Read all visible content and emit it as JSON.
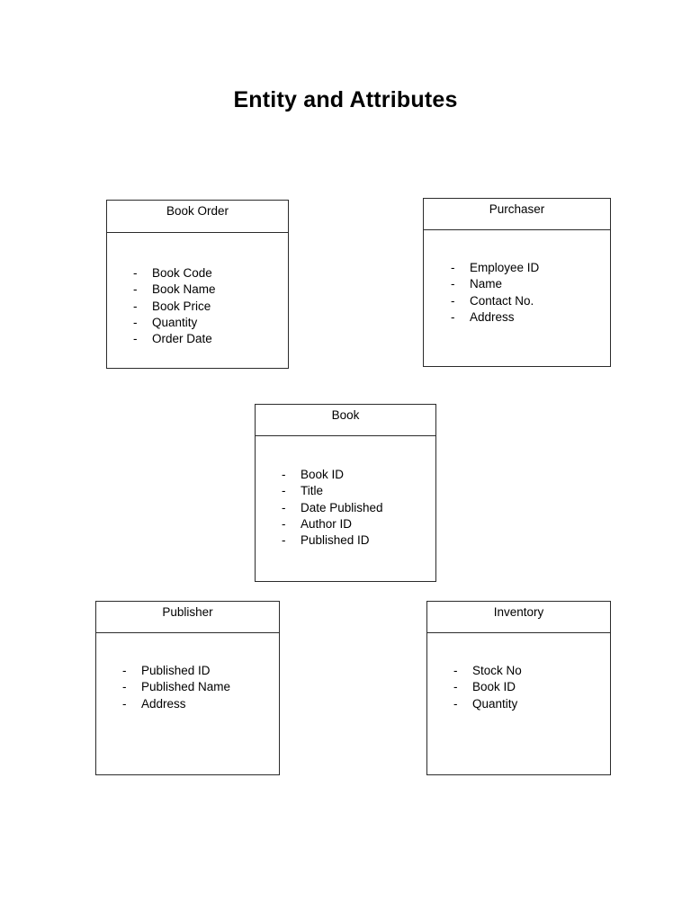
{
  "document": {
    "title": "Entity and Attributes",
    "bullet": "-"
  },
  "entities": [
    {
      "name": "Book Order",
      "attributes": [
        "Book Code",
        "Book Name",
        "Book Price",
        "Quantity",
        "Order Date"
      ]
    },
    {
      "name": "Purchaser",
      "attributes": [
        "Employee ID",
        "Name",
        "Contact No.",
        "Address"
      ]
    },
    {
      "name": "Book",
      "attributes": [
        "Book ID",
        "Title",
        "Date Published",
        "Author ID",
        "Published ID"
      ]
    },
    {
      "name": "Publisher",
      "attributes": [
        "Published ID",
        "Published Name",
        "Address"
      ]
    },
    {
      "name": "Inventory",
      "attributes": [
        "Stock No",
        "Book ID",
        "Quantity"
      ]
    }
  ],
  "colors": {
    "page_background": "#ffffff",
    "border": "#2b2b2b",
    "text": "#000000"
  }
}
